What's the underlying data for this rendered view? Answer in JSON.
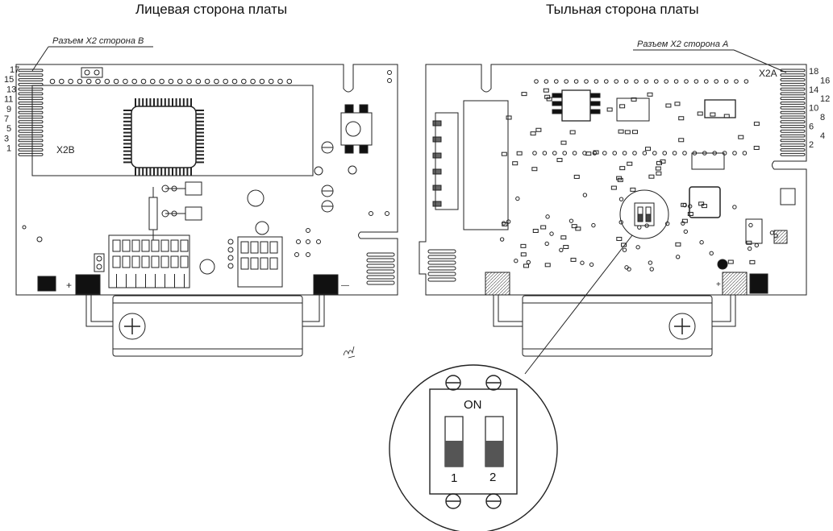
{
  "titles": {
    "front": "Лицевая сторона платы",
    "back": "Тыльная сторона платы"
  },
  "front_board": {
    "callout": "Разъем X2 сторона B",
    "connector_label": "X2B",
    "pin_numbers": [
      "17",
      "15",
      "13",
      "11",
      "9",
      "7",
      "5",
      "3",
      "1"
    ],
    "polarity_plus": "+",
    "polarity_minus": "—"
  },
  "back_board": {
    "callout": "Разъем X2 сторона A",
    "connector_label": "X2A",
    "pin_numbers": [
      "18",
      "16",
      "14",
      "12",
      "10",
      "8",
      "6",
      "4",
      "2"
    ],
    "polarity_plus": "+"
  },
  "dip_switch": {
    "state_label": "ON",
    "switch_numbers": [
      "1",
      "2"
    ]
  },
  "colors": {
    "line": "#222222",
    "fill_dark": "#111111",
    "switch_gray": "#555555",
    "pad_gray": "#888888"
  }
}
